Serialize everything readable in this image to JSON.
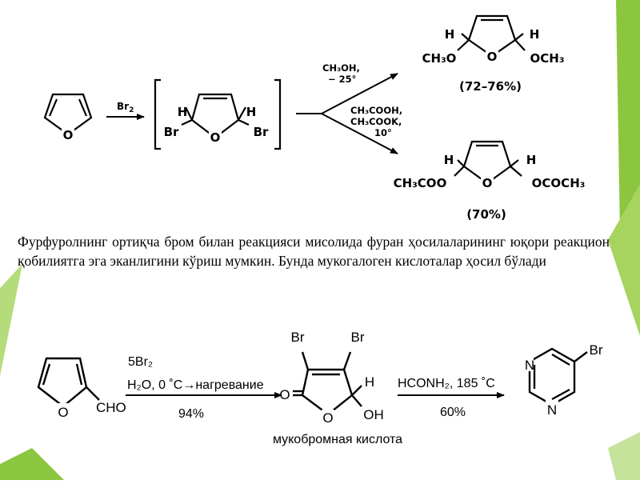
{
  "colors": {
    "accent_green": "#8cc63f",
    "accent_green_light": "#c5e39a",
    "ink": "#000000"
  },
  "reaction1": {
    "reagent": "Br",
    "reagent_sub": "2",
    "intermediate": {
      "h_left": "H",
      "h_right": "H",
      "br_left": "Br",
      "br_right": "Br",
      "o": "O"
    },
    "upper_conditions": {
      "line1": "CH₃OH,",
      "line2": "− 25°"
    },
    "lower_conditions": {
      "line1": "CH₃COOH,",
      "line2": "CH₃COOK,",
      "line3": "10°"
    },
    "product1": {
      "h_left": "H",
      "h_right": "H",
      "left_group": "CH₃O",
      "right_group": "OCH₃",
      "o": "O",
      "yield": "(72–76%)"
    },
    "product2": {
      "h_left": "H",
      "h_right": "H",
      "left_group": "CH₃COO",
      "right_group": "OCOCH₃",
      "o": "O",
      "yield": "(70%)"
    },
    "furan_o": "O"
  },
  "paragraph": "Фурфуролнинг ортиқча бром билан реакцияси мисолида фуран ҳосилаларининг юқори реакцион қобилиятга эга эканлигини кўриш мумкин. Бунда мукогалоген кислоталар ҳосил бўлади",
  "reaction2": {
    "furfural": {
      "cho": "CHO",
      "o": "O"
    },
    "step1": {
      "reagent": "5Br₂",
      "conditions_prefix": "H₂O, 0 ˚C",
      "conditions_arrow": "→",
      "conditions_suffix": "нагревание",
      "yield": "94%"
    },
    "mucobromic": {
      "br_left": "Br",
      "br_right": "Br",
      "carbonyl_o": "O",
      "ring_o": "O",
      "h": "H",
      "oh": "OH",
      "name": "мукобромная кислота"
    },
    "step2": {
      "reagent": "HCONH₂, 185 ˚C",
      "yield": "60%"
    },
    "pyrimidine": {
      "n_top": "N",
      "n_bottom": "N",
      "br": "Br"
    }
  }
}
